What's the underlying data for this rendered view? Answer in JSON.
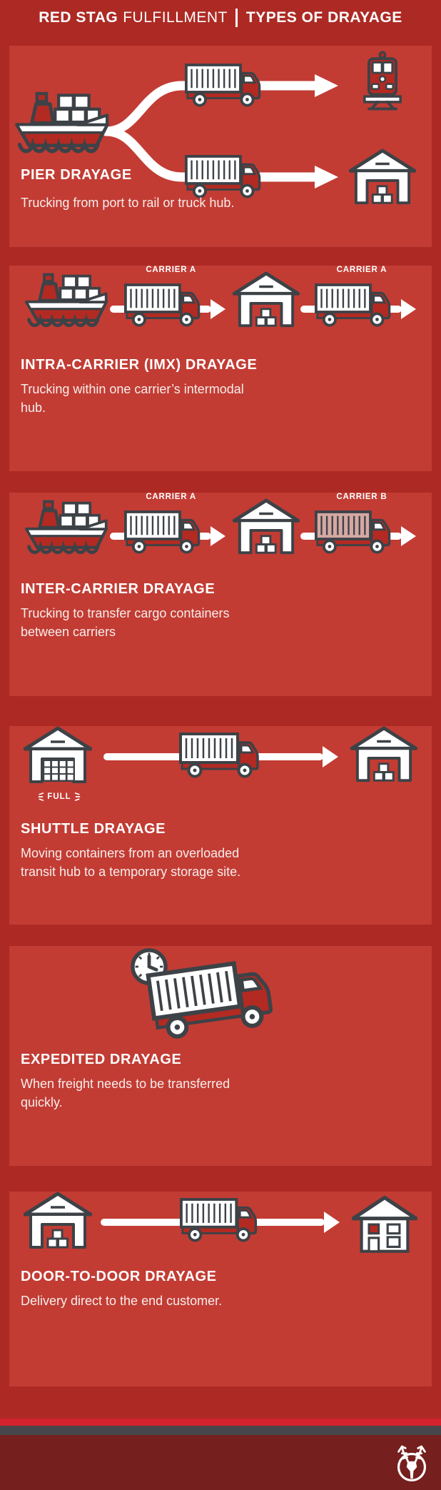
{
  "header": {
    "brand_bold": "RED STAG",
    "brand_light": "FULFILLMENT",
    "separator": "|",
    "title": "TYPES OF DRAYAGE"
  },
  "labels": {
    "carrier_a": "CARRIER A",
    "carrier_b": "CARRIER B",
    "full": "FULL"
  },
  "panels": [
    {
      "id": "pier",
      "title": "PIER DRAYAGE",
      "description": "Trucking from port to rail or truck hub.",
      "icons": [
        "cargo-ship-icon",
        "fork-split-arrows",
        "container-truck-icon",
        "container-truck-icon",
        "train-icon",
        "warehouse-icon"
      ]
    },
    {
      "id": "intra_carrier",
      "title": "INTRA-CARRIER (IMX) DRAYAGE",
      "description": "Trucking within one carrier’s intermodal hub.",
      "truck_labels": [
        "CARRIER A",
        "CARRIER A"
      ],
      "icons": [
        "cargo-ship-icon",
        "container-truck-icon",
        "arrow-right",
        "warehouse-icon",
        "container-truck-icon",
        "arrow-right"
      ]
    },
    {
      "id": "inter_carrier",
      "title": "INTER-CARRIER DRAYAGE",
      "description": "Trucking to transfer cargo containers between carriers",
      "truck_labels": [
        "CARRIER A",
        "CARRIER B"
      ],
      "icons": [
        "cargo-ship-icon",
        "container-truck-icon",
        "arrow-right",
        "warehouse-icon",
        "container-truck-b-icon",
        "arrow-right"
      ]
    },
    {
      "id": "shuttle",
      "title": "SHUTTLE DRAYAGE",
      "description": "Moving containers from an overloaded transit hub to a temporary storage site.",
      "icons": [
        "warehouse-full-icon",
        "container-truck-icon",
        "arrow-right",
        "warehouse-icon"
      ]
    },
    {
      "id": "expedited",
      "title": "EXPEDITED DRAYAGE",
      "description": "When freight needs to be transferred quickly.",
      "icons": [
        "clock-icon",
        "container-truck-icon"
      ]
    },
    {
      "id": "door_to_door",
      "title": "DOOR-TO-DOOR DRAYAGE",
      "description": "Delivery direct to the end customer.",
      "icons": [
        "warehouse-icon",
        "container-truck-icon",
        "arrow-right",
        "house-icon"
      ]
    }
  ],
  "footer": {
    "logo": "red-stag-antler-logo"
  },
  "colors": {
    "background": "#ad2a24",
    "panel": "#c23c34",
    "icon_outline": "#3d4247",
    "icon_red": "#b32a22",
    "carrier_b_container": "#d5a8a3",
    "stripe_red": "#d2232e",
    "stripe_gray": "#47474b",
    "footer_maroon": "#75201e",
    "text": "#ffffff"
  }
}
